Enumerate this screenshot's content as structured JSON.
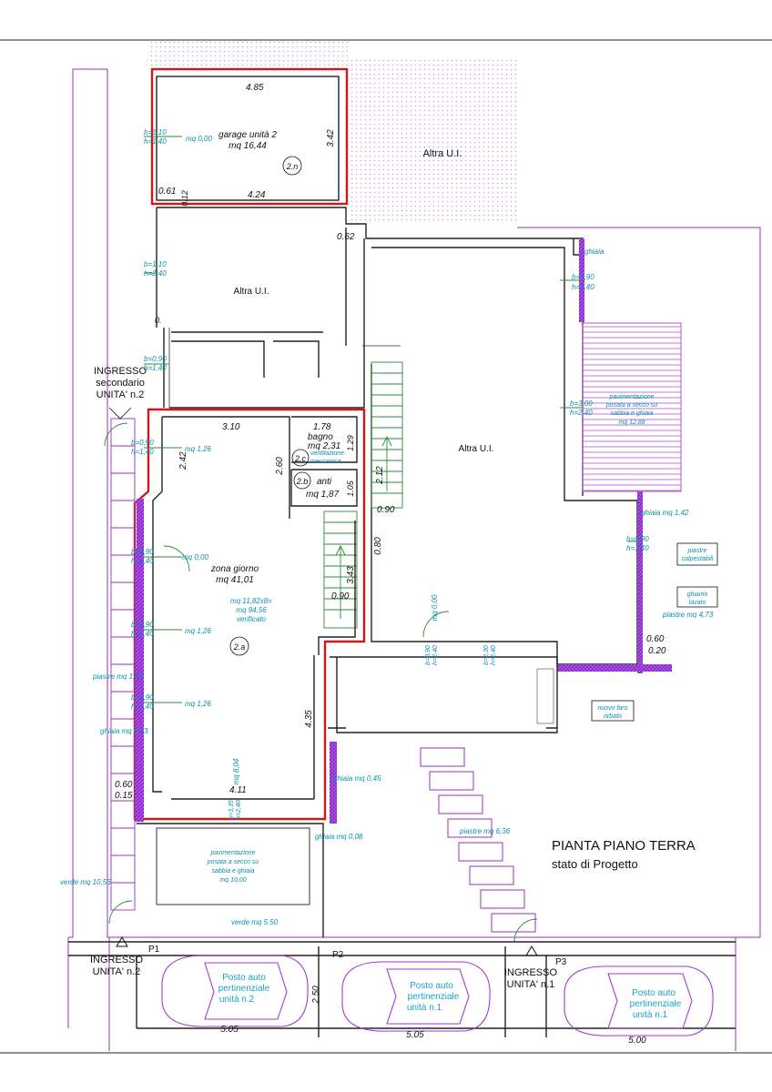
{
  "title": {
    "line1": "PIANTA PIANO TERRA",
    "line2": "stato di Progetto"
  },
  "labels": {
    "altra_top": "Altra U.I.",
    "altra_mid": "Altra U.I.",
    "altra_right": "Altra U.I.",
    "garage_name": "garage unità 2",
    "garage_area": "mq 16,44",
    "garage_tag": "2.n",
    "zona_name": "zona giorno",
    "zona_area": "mq 41,01",
    "zona_tag": "2.a",
    "zona_check1": "mq 11,82x8=",
    "zona_check2": "mq 94,56",
    "zona_check3": "verificato",
    "bagno_name": "bagno",
    "bagno_area": "mq 2,31",
    "bagno_tag": "2.c",
    "bagno_vent1": "ventilazione",
    "bagno_vent2": "meccanica",
    "anti_name": "anti",
    "anti_area": "mq 1,87",
    "anti_tag": "2.b",
    "pav_right1": "pavimentazione",
    "pav_right2": "posata a secco su",
    "pav_right3": "sabbia e ghiaia",
    "pav_right4": "mq 12,88",
    "pav_bottom1": "pavimentazione",
    "pav_bottom2": "posata a secco su",
    "pav_bottom3": "sabbia e ghiaia",
    "pav_bottom4": "mq 10,00",
    "piastre_calp1": "piastre",
    "piastre_calp2": "calpestabili",
    "ghiaino1": "ghiaino",
    "ghiaino2": "lavato",
    "piastre_473": "piastre mq 4,73",
    "ghiaia_142": "ghiaia mq 1,42",
    "ghiaia_top": "ghiaia",
    "nuovo_faro1": "nuovo faro",
    "nuovo_faro2": "orbato",
    "ghiaia_045": "ghiaia mq 0,45",
    "ghiaia_008": "ghiaia mq 0,08",
    "piastre_636": "piastre mq 6,36",
    "piastre_left": "piastre mq 1,47",
    "ghiaia_left": "ghiaia mq 0,73",
    "verde_1056": "verde mq 10,56",
    "verde_550": "verde mq 5,50",
    "ingresso_sec1": "INGRESSO",
    "ingresso_sec2": "secondario",
    "ingresso_sec3": "UNITA' n.2",
    "ingresso_u2_1": "INGRESSO",
    "ingresso_u2_2": "UNITA' n.2",
    "ingresso_u1_1": "INGRESSO",
    "ingresso_u1_2": "UNITA' n.1",
    "p1": "P1",
    "p2": "P2",
    "p3": "P3",
    "posto1_1": "Posto auto",
    "posto1_2": "pertinenziale",
    "posto1_3": "unità n.2",
    "posto2_1": "Posto auto",
    "posto2_2": "pertinenziale",
    "posto2_3": "unità n.1",
    "posto3_1": "Posto auto",
    "posto3_2": "pertinenziale",
    "posto3_3": "unità n.1"
  },
  "windows": {
    "w_garage_b": "b=1,10",
    "w_garage_h": "h=1,40",
    "w_garage_mq": "mq 0,00",
    "w_altra_b": "b=1,10",
    "w_altra_h": "h=2,40",
    "w_ingr_b": "b=0,90",
    "w_ingr_h": "h=1,40",
    "w1_b": "b=0,90",
    "w1_h": "h=1,40",
    "w1_mq": "mq 1,26",
    "w2_b": "b=0,90",
    "w2_h": "h=2,40",
    "w2_mq": "mq 0,00",
    "w3_b": "b=0,90",
    "w3_h": "h=1,40",
    "w3_mq": "mq 1,26",
    "w4_b": "b=0,90",
    "w4_h": "h=1,40",
    "w4_mq": "mq 1,26",
    "w5_b": "b=3,35",
    "w5_h": "h=2,40",
    "w5_mq": "mq 8,04",
    "w6_b": "b=0,90",
    "w6_h": "h=2,40",
    "w6_mq": "mq 0,00",
    "w7_b": "b=2,30",
    "w7_h": "h=2,40",
    "w8_b": "b=3,00",
    "w8_h": "h=2,40",
    "w9_b": "b=0,90",
    "w9_h": "h=1,40",
    "w10_b": "b=0,90",
    "w10_h": "h=1,40"
  },
  "dims": {
    "g_top": "4.85",
    "g_bottom": "4.24",
    "g_right": "3.42",
    "g_061": "0.61",
    "g_012": "0.12",
    "d_062": "0.62",
    "d_0": "0.",
    "z_310": "3.10",
    "z_242": "2.42",
    "z_260": "2.60",
    "z_178": "1.78",
    "z_129": "1.29",
    "z_212": "2.12",
    "z_105": "1.05",
    "z_090a": "0.90",
    "z_080": "0.80",
    "z_343": "3.43",
    "z_090b": "0.90",
    "z_435": "4.35",
    "z_411": "4.11",
    "z_060a": "0.60",
    "z_015": "0.15",
    "r_060": "0.60",
    "r_020": "0.20",
    "c_250": "2.50",
    "c_505a": "5.05",
    "c_505b": "5.05",
    "c_500": "5.00"
  }
}
